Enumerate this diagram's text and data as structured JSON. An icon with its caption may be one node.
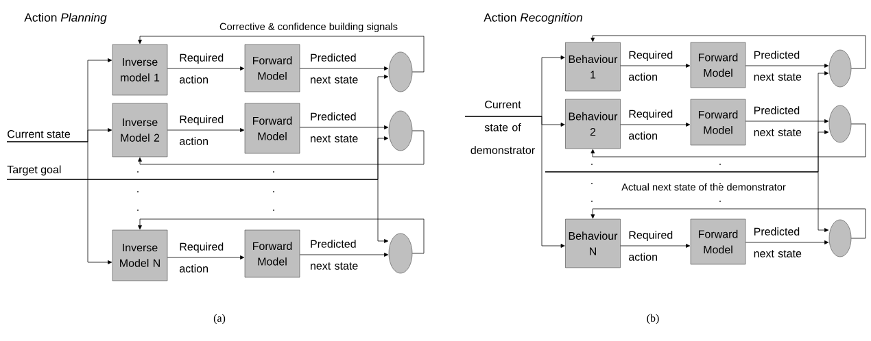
{
  "diagram": {
    "nodes": [
      {
        "text": [
          "Current state"
        ]
      },
      {
        "text": [
          "Target goal"
        ]
      },
      {
        "text": [
          "Inverse model 1"
        ]
      },
      {
        "text": [
          "Forward Model"
        ]
      },
      {
        "text": [],
        "shape": "circle"
      },
      {
        "text": [
          "Inverse Model 2"
        ]
      },
      {
        "text": [
          "Forward Model"
        ]
      },
      {
        "text": [],
        "shape": "circle"
      },
      {
        "text": [
          "Inverse Model N"
        ]
      },
      {
        "text": [
          "Forward Model"
        ]
      },
      {
        "text": [],
        "shape": "circle"
      },
      {
        "text": [
          "Current state of demonstrator"
        ]
      },
      {
        "text": [
          "Behaviour 1"
        ]
      },
      {
        "text": [
          "Forward Model"
        ]
      },
      {
        "text": [],
        "shape": "circle"
      },
      {
        "text": [
          "Behaviour 2"
        ]
      },
      {
        "text": [
          "Forward Model"
        ]
      },
      {
        "text": [],
        "shape": "circle"
      },
      {
        "text": [
          "Behaviour N"
        ]
      },
      {
        "text": [
          "Forward Model"
        ]
      },
      {
        "text": [],
        "shape": "circle"
      }
    ],
    "edges": [
      {
        "from": 0,
        "to": 2,
        "arrow": "to"
      },
      {
        "from": 0,
        "to": 5,
        "arrow": "to"
      },
      {
        "from": 0,
        "to": 8,
        "arrow": "to"
      },
      {
        "from": 1,
        "to": 4,
        "arrow": "to"
      },
      {
        "from": 1,
        "to": 7,
        "arrow": "to"
      },
      {
        "from": 1,
        "to": 10,
        "arrow": "to"
      },
      {
        "from": 2,
        "to": 3,
        "arrow": "to",
        "label": "Required action"
      },
      {
        "from": 3,
        "to": 4,
        "arrow": "to",
        "label": "Predicted next state"
      },
      {
        "from": 4,
        "to": 2,
        "arrow": "to",
        "label": "Corrective & confidence building signals"
      },
      {
        "from": 5,
        "to": 6,
        "arrow": "to",
        "label": "Required action"
      },
      {
        "from": 6,
        "to": 7,
        "arrow": "to",
        "label": "Predicted next state"
      },
      {
        "from": 7,
        "to": 5,
        "arrow": "to"
      },
      {
        "from": 8,
        "to": 9,
        "arrow": "to",
        "label": "Required action"
      },
      {
        "from": 9,
        "to": 10,
        "arrow": "to",
        "label": "Predicted next state"
      },
      {
        "from": 10,
        "to": 8,
        "arrow": "to"
      },
      {
        "from": 11,
        "to": 12,
        "arrow": "to"
      },
      {
        "from": 11,
        "to": 15,
        "arrow": "to"
      },
      {
        "from": 11,
        "to": 18,
        "arrow": "to"
      },
      {
        "from": null,
        "to": 14,
        "arrow": "to",
        "label": "Actual next state of the demonstrator"
      },
      {
        "from": null,
        "to": 17,
        "arrow": "to"
      },
      {
        "from": null,
        "to": 20,
        "arrow": "to"
      },
      {
        "from": 12,
        "to": 13,
        "arrow": "to",
        "label": "Required action"
      },
      {
        "from": 13,
        "to": 14,
        "arrow": "to",
        "label": "Predicted next state"
      },
      {
        "from": 14,
        "to": 12,
        "arrow": "to"
      },
      {
        "from": 15,
        "to": 16,
        "arrow": "to",
        "label": "Required action"
      },
      {
        "from": 16,
        "to": 17,
        "arrow": "to",
        "label": "Predicted next state"
      },
      {
        "from": 17,
        "to": 15,
        "arrow": "to"
      },
      {
        "from": 18,
        "to": 19,
        "arrow": "to",
        "label": "Required action"
      },
      {
        "from": 19,
        "to": 20,
        "arrow": "to",
        "label": "Predicted next state"
      },
      {
        "from": 20,
        "to": 18,
        "arrow": "to"
      }
    ],
    "labels": [
      "Action *Planning*",
      "Action *Recognition*",
      "(a)",
      "(b)"
    ]
  }
}
